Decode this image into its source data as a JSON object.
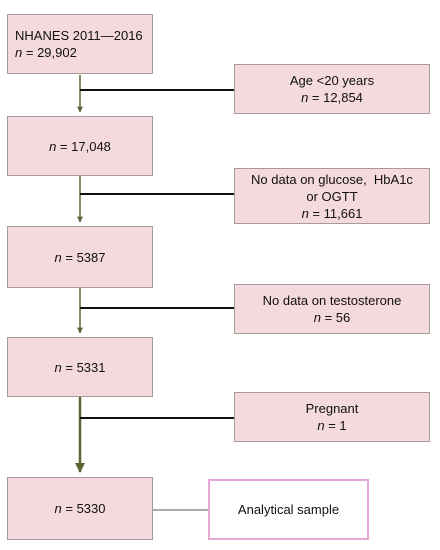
{
  "nodes": {
    "start": {
      "title": "NHANES 2011—2016",
      "n": "29,902"
    },
    "age_excl": {
      "title": "Age <20 years",
      "n": "12,854"
    },
    "s2": {
      "n": "17,048"
    },
    "glucose_excl": {
      "line1": "No data on glucose,  HbA1c",
      "line2": "or OGTT",
      "n": "11,661"
    },
    "s3": {
      "n": "5387"
    },
    "testo_excl": {
      "title": "No data on testosterone",
      "n": "56"
    },
    "s4": {
      "n": "5331"
    },
    "preg_excl": {
      "title": "Pregnant",
      "n": "1"
    },
    "s5": {
      "n": "5330"
    },
    "final": {
      "title": "Analytical sample"
    }
  },
  "n_label": "n",
  "equals": " = ",
  "colors": {
    "box_fill": "#f4d9dd",
    "box_border": "#a89a9c",
    "final_border": "#e6a8d4",
    "arrow": "#5e6438",
    "line": "#111111"
  }
}
